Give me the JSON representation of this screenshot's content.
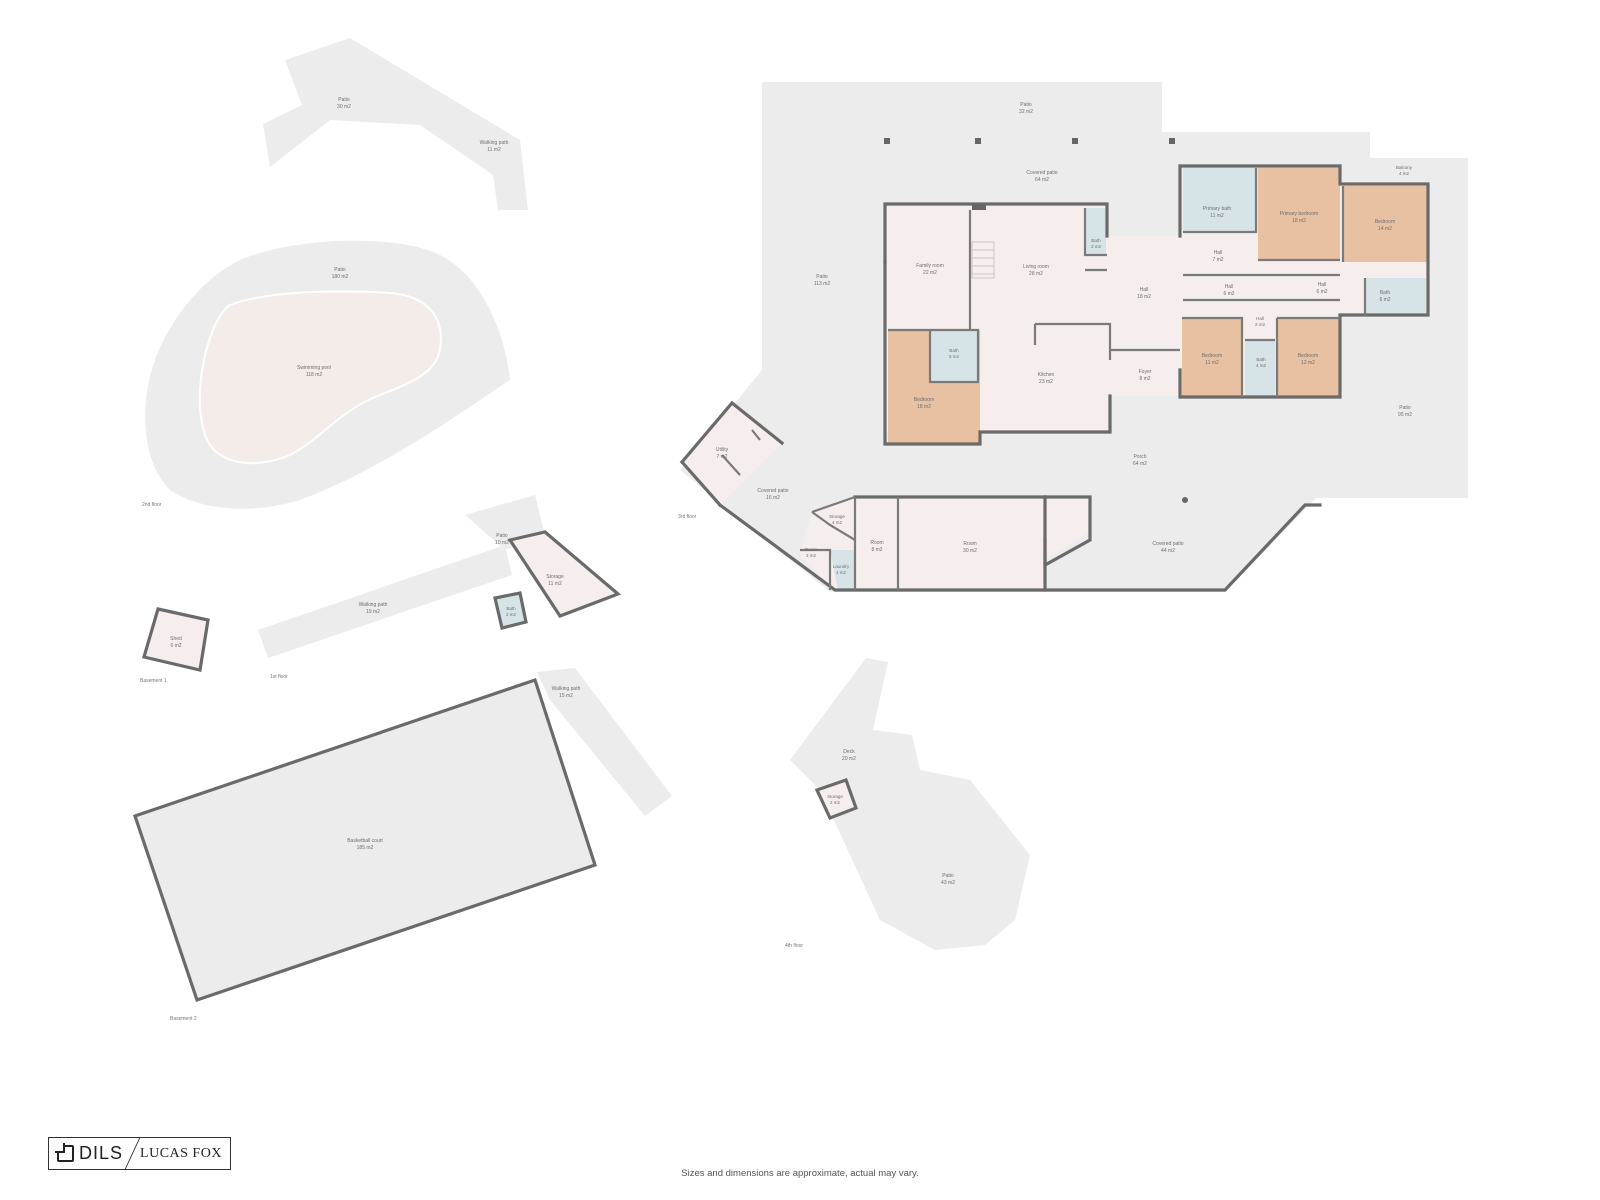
{
  "floors": {
    "second": "2nd floor",
    "third": "3rd floor",
    "first": "1st floor",
    "fourth": "4th floor",
    "basement1": "Basement 1",
    "basement2": "Basement 2"
  },
  "rooms": {
    "patio_top_left": {
      "name": "Patio",
      "area": "30 m2"
    },
    "walking_path_top": {
      "name": "Walking path",
      "area": "11 m2"
    },
    "patio_pool": {
      "name": "Patio",
      "area": "180 m2"
    },
    "swimming_pool": {
      "name": "Swimming pool",
      "area": "118 m2"
    },
    "patio_small": {
      "name": "Patio",
      "area": "10 m2"
    },
    "storage_small": {
      "name": "Storage",
      "area": "11 m2"
    },
    "bath_small": {
      "name": "Bath",
      "area": "2 m2"
    },
    "walking_path_mid": {
      "name": "Walking path",
      "area": "19 m2"
    },
    "shed": {
      "name": "Shed",
      "area": "6 m2"
    },
    "walking_path_low": {
      "name": "Walking path",
      "area": "15 m2"
    },
    "basketball_court": {
      "name": "Basketball court",
      "area": "185 m2"
    },
    "patio_top_main": {
      "name": "Patio",
      "area": "32 m2"
    },
    "covered_patio_top": {
      "name": "Covered patio",
      "area": "64 m2"
    },
    "patio_left_main": {
      "name": "Patio",
      "area": "113 m2"
    },
    "family_room": {
      "name": "Family room",
      "area": "22 m2"
    },
    "living_room": {
      "name": "Living room",
      "area": "28 m2"
    },
    "bath_living": {
      "name": "Bath",
      "area": "2 m2"
    },
    "hall_main": {
      "name": "Hall",
      "area": "18 m2"
    },
    "primary_bath": {
      "name": "Primary bath",
      "area": "11 m2"
    },
    "primary_bedroom": {
      "name": "Primary bedroom",
      "area": "18 m2"
    },
    "bedroom_ne": {
      "name": "Bedroom",
      "area": "14 m2"
    },
    "balcony": {
      "name": "Balcony",
      "area": "4 m2"
    },
    "hall_1": {
      "name": "Hall",
      "area": "7 m2"
    },
    "hall_2": {
      "name": "Hall",
      "area": "6 m2"
    },
    "hall_3": {
      "name": "Hall",
      "area": "6 m2"
    },
    "bath_ne": {
      "name": "Bath",
      "area": "6 m2"
    },
    "hall_small": {
      "name": "Hall",
      "area": "2 m2"
    },
    "bedroom_mid": {
      "name": "Bedroom",
      "area": "11 m2"
    },
    "bath_mid": {
      "name": "Bath",
      "area": "4 m2"
    },
    "bedroom_right": {
      "name": "Bedroom",
      "area": "12 m2"
    },
    "patio_right": {
      "name": "Patio",
      "area": "95 m2"
    },
    "bath_west": {
      "name": "Bath",
      "area": "5 m2"
    },
    "bedroom_west": {
      "name": "Bedroom",
      "area": "18 m2"
    },
    "kitchen": {
      "name": "Kitchen",
      "area": "23 m2"
    },
    "foyer": {
      "name": "Foyer",
      "area": "8 m2"
    },
    "porch": {
      "name": "Porch",
      "area": "64 m2"
    },
    "utility": {
      "name": "Utility",
      "area": "7 m2"
    },
    "covered_patio_left": {
      "name": "Covered patio",
      "area": "16 m2"
    },
    "storage_main": {
      "name": "Storage",
      "area": "4 m2"
    },
    "room_small": {
      "name": "Room",
      "area": "3 m2"
    },
    "laundry": {
      "name": "Laundry",
      "area": "4 m2"
    },
    "room_a": {
      "name": "Room",
      "area": "8 m2"
    },
    "room_b": {
      "name": "Room",
      "area": "30 m2"
    },
    "covered_patio_bottom": {
      "name": "Covered patio",
      "area": "44 m2"
    },
    "deck": {
      "name": "Deck",
      "area": "20 m2"
    },
    "storage_deck": {
      "name": "Storage",
      "area": "2 m2"
    },
    "patio_bottom": {
      "name": "Patio",
      "area": "43 m2"
    }
  },
  "colors": {
    "outdoor": "#ececec",
    "interior": "#f5eeec",
    "bedroom": "#e8c1a3",
    "wet_room": "#d7e4e7",
    "pool": "#f4ece8",
    "wall": "#6a6a6a"
  },
  "logo": {
    "brand1": "DILS",
    "brand2": "LUCAS FOX"
  },
  "disclaimer": "Sizes and dimensions are approximate, actual may vary."
}
